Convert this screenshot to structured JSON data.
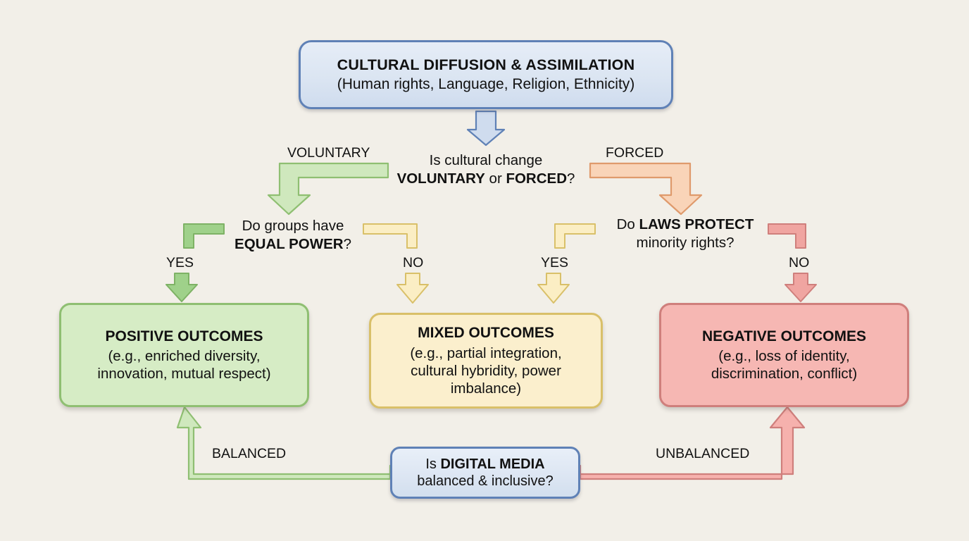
{
  "diagram": {
    "background_color": "#f2efe8",
    "title_node": {
      "title": "CULTURAL DIFFUSION & ASSIMILATION",
      "subtitle": "(Human rights, Language, Religion, Ethnicity)",
      "fill": "#dbe5f2",
      "stroke": "#5f81b6"
    },
    "questions": {
      "change": {
        "line1": "Is cultural change",
        "line2_bold_a": "VOLUNTARY",
        "line2_mid": " or ",
        "line2_bold_b": "FORCED",
        "line2_end": "?"
      },
      "equal_power": {
        "line1": "Do groups have",
        "line2_bold": "EQUAL POWER",
        "line2_end": "?"
      },
      "laws": {
        "line1_pre": "Do ",
        "line1_bold": "LAWS PROTECT",
        "line2": "minority rights?"
      },
      "digital": {
        "line1_pre": "Is ",
        "line1_bold": "DIGITAL MEDIA",
        "line2": "balanced & inclusive?"
      }
    },
    "edge_labels": {
      "voluntary": "VOLUNTARY",
      "forced": "FORCED",
      "yes_left": "YES",
      "no_left": "NO",
      "yes_right": "YES",
      "no_right": "NO",
      "balanced": "BALANCED",
      "unbalanced": "UNBALANCED"
    },
    "outcomes": [
      {
        "id": "positive",
        "title": "POSITIVE OUTCOMES",
        "sub_line1": "(e.g., enriched diversity,",
        "sub_line2": "innovation, mutual respect)",
        "fill": "#d6ecc5",
        "stroke": "#8fbf72"
      },
      {
        "id": "mixed",
        "title": "MIXED OUTCOMES",
        "sub_line1": "(e.g., partial integration,",
        "sub_line2": "cultural hybridity, power",
        "sub_line3": "imbalance)",
        "fill": "#fbefcd",
        "stroke": "#d9c069"
      },
      {
        "id": "negative",
        "title": "NEGATIVE OUTCOMES",
        "sub_line1": "(e.g., loss of identity,",
        "sub_line2": "discrimination, conflict)",
        "fill": "#f6b7b3",
        "stroke": "#cf7f7c"
      }
    ],
    "arrow_colors": {
      "blue_fill": "#cfdcee",
      "blue_stroke": "#5f81b6",
      "green_fill": "#cfe8bd",
      "green_stroke": "#8fbf72",
      "orange_fill": "#f9d4b8",
      "orange_stroke": "#df9a6c",
      "yellow_fill": "#fbeec4",
      "yellow_stroke": "#d9c069",
      "red_fill": "#f6b1ad",
      "red_stroke": "#cf7f7c"
    }
  }
}
